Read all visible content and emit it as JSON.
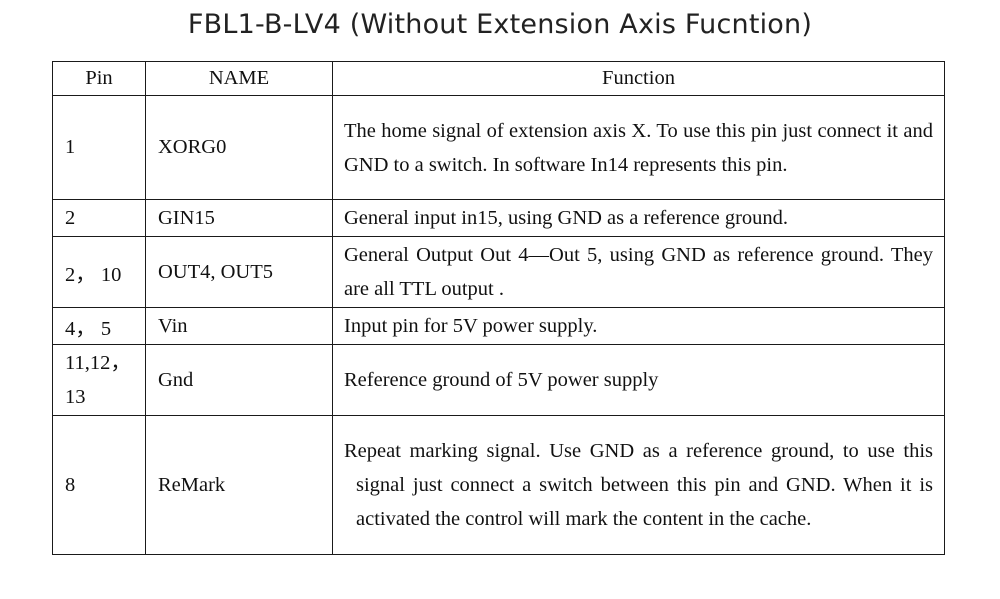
{
  "title": "FBL1-B-LV4 (Without Extension Axis Fucntion)",
  "table": {
    "headers": {
      "pin": "Pin",
      "name": "NAME",
      "function": "Function"
    },
    "rows": [
      {
        "pin": "1",
        "name": "XORG0",
        "function": "The home signal of extension axis X. To use this pin just connect it and GND to a switch. In software In14 represents this pin."
      },
      {
        "pin": "2",
        "name": "GIN15",
        "function": "General input in15, using GND as a reference ground."
      },
      {
        "pin": "2， 10",
        "name": "OUT4, OUT5",
        "function": "General Output Out 4—Out 5, using GND as reference ground. They are all TTL output ."
      },
      {
        "pin": "4， 5",
        "name": "Vin",
        "function": "Input pin for 5V power supply."
      },
      {
        "pin": "11,12，13",
        "name": "Gnd",
        "function": "Reference ground of 5V power supply"
      },
      {
        "pin": "8",
        "name": "ReMark",
        "function": "Repeat marking signal. Use GND as a reference ground, to use this signal just connect a switch between this pin and GND. When it is activated the control will mark the content in the cache."
      }
    ]
  }
}
